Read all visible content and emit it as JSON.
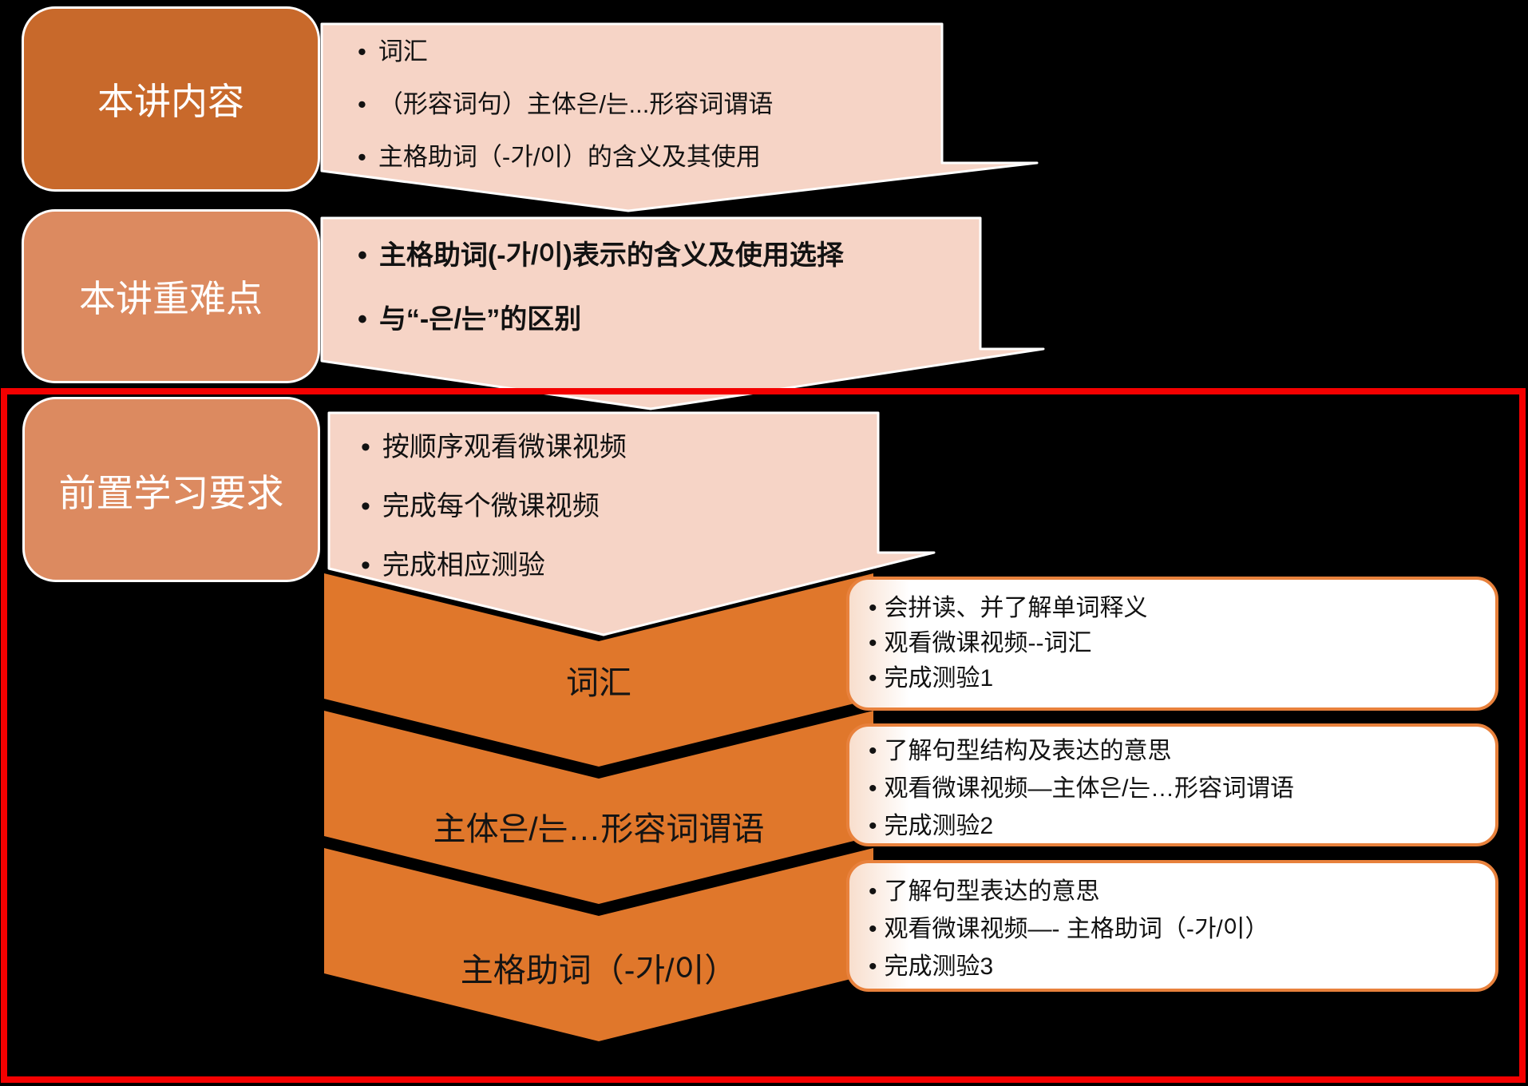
{
  "colors": {
    "background": "#000000",
    "dark_orange": "#C8692B",
    "salmon_orange": "#DC8A60",
    "pink": "#F6D4C6",
    "chevron_orange": "#E0772B",
    "detail_box_border": "#E8813C",
    "red_frame": "#F40000",
    "white": "#FFFFFF"
  },
  "left_boxes": [
    {
      "label": "本讲内容"
    },
    {
      "label": "本讲重难点"
    },
    {
      "label": "前置学习要求"
    }
  ],
  "callouts": [
    {
      "bullets": [
        "词汇",
        "（形容词句）主体은/는...形容词谓语",
        "主格助词（-가/이）的含义及其使用"
      ]
    },
    {
      "bullets": [
        "主格助词(-가/이)表示的含义及使用选择",
        "与“-은/는”的区别"
      ]
    },
    {
      "bullets": [
        "按顺序观看微课视频",
        "完成每个微课视频",
        "完成相应测验"
      ]
    }
  ],
  "chevrons": [
    {
      "label": "词汇"
    },
    {
      "label": "主体은/는…形容词谓语"
    },
    {
      "label": "主格助词（-가/이）"
    }
  ],
  "detail_boxes": [
    {
      "bullets": [
        "会拼读、并了解单词释义",
        "观看微课视频--词汇",
        "完成测验1"
      ]
    },
    {
      "bullets": [
        "了解句型结构及表达的意思",
        "观看微课视频—主体은/는…形容词谓语",
        "完成测验2"
      ]
    },
    {
      "bullets": [
        "了解句型表达的意思",
        "观看微课视频—- 主格助词（-가/이）",
        "完成测验3"
      ]
    }
  ]
}
